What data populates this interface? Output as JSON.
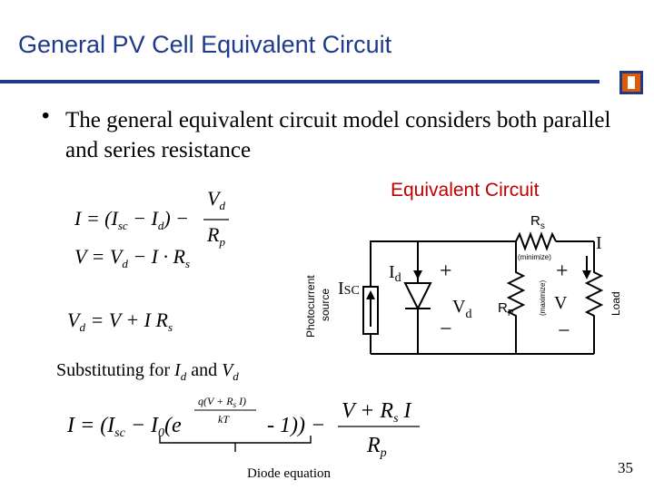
{
  "slide": {
    "title": "General PV Cell Equivalent Circuit",
    "bullet": "The general equivalent circuit model considers both parallel and series resistance",
    "circuit_title": "Equivalent Circuit",
    "substituting_prefix": "Substituting for",
    "substituting_and": "and",
    "diode_note": "Diode equation",
    "page_number": "35",
    "title_color": "#1f3a8a",
    "circuit_title_color": "#c00000"
  },
  "circuit": {
    "photocurrent_label_1": "Photocurrent",
    "photocurrent_label_2": "source",
    "isc": "I",
    "isc_sub": "SC",
    "id": "I",
    "id_sub": "d",
    "vd": "V",
    "vd_sub": "d",
    "rp": "R",
    "rp_sub": "P",
    "rs": "R",
    "rs_sub": "s",
    "maximize": "(maximize)",
    "minimize": "(minimize)",
    "v": "V",
    "i": "I",
    "load": "Load",
    "plus": "+",
    "minus": "−"
  },
  "equations": {
    "eq1_lhs": "I = (I",
    "eq1_sc": "sc",
    "eq1_mid": " − I",
    "eq1_d": "d",
    "eq1_close": ") −",
    "eq1_num": "V",
    "eq1_num_sub": "d",
    "eq1_den": "R",
    "eq1_den_sub": "p",
    "eq2": "V = V",
    "eq2_d": "d",
    "eq2_rest": " − I · R",
    "eq2_s": "s",
    "eq3": "V",
    "eq3_d": "d",
    "eq3_rest": " = V + I R",
    "eq3_s": "s",
    "big_lhs": "I = (I",
    "big_sc": "sc",
    "big_mid": " − I",
    "big_0": "0",
    "big_e": "(e",
    "big_exp_num": "q(V + R",
    "big_exp_s": "s",
    "big_exp_i": " I)",
    "big_exp_den": "kT",
    "big_minus1": "- 1)) −",
    "big_num": "V + R",
    "big_num_s": "s",
    "big_num_i": " I",
    "big_den": "R",
    "big_den_p": "p"
  }
}
